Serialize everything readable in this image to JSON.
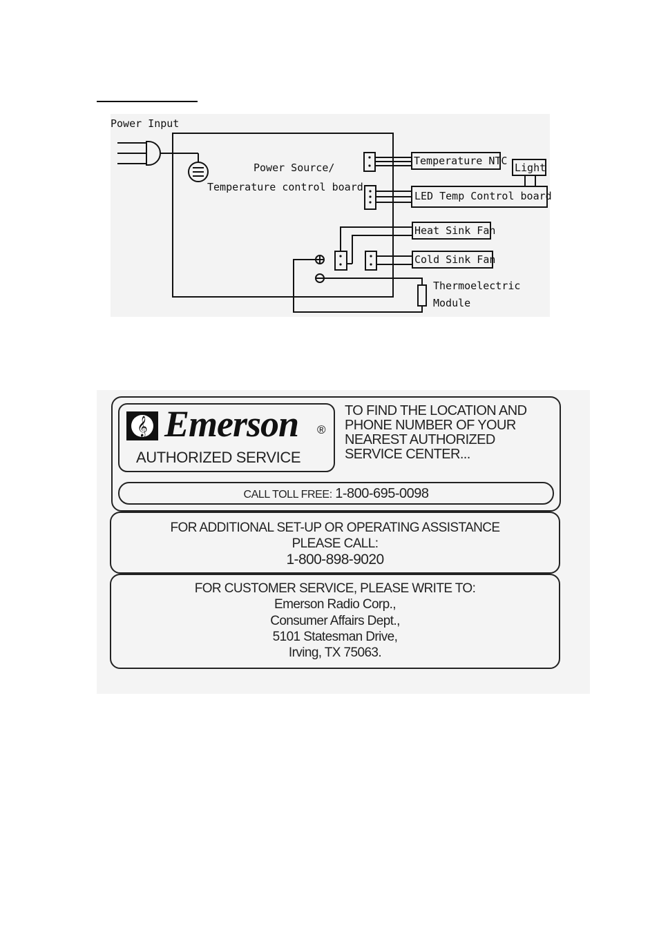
{
  "diagram": {
    "power_input": "Power Input",
    "board_line1": "Power Source/",
    "board_line2": "Temperature control board",
    "temperature_ntc": "Temperature NTC",
    "light": "Light",
    "led_board": "LED Temp Control board",
    "heat_sink_fan": "Heat Sink Fan",
    "cold_sink_fan": "Cold Sink Fan",
    "thermo_line1": "Thermoelectric",
    "thermo_line2": "Module"
  },
  "service_card": {
    "brand": "Emerson",
    "registered_mark": "®",
    "authorized_service": "AUTHORIZED SERVICE",
    "find_line1": "TO FIND THE LOCATION AND",
    "find_line2": "PHONE NUMBER OF YOUR",
    "find_line3": "NEAREST AUTHORIZED",
    "find_line4": "SERVICE CENTER...",
    "toll_free_label": "CALL TOLL FREE:",
    "toll_free_number": "1-800-695-0098",
    "assist_line1": "FOR ADDITIONAL SET-UP OR OPERATING ASSISTANCE",
    "assist_line2": "PLEASE CALL:",
    "assist_number": "1-800-898-9020",
    "write_heading": "FOR CUSTOMER SERVICE, PLEASE WRITE TO:",
    "address_line1": "Emerson Radio Corp.,",
    "address_line2": "Consumer Affairs Dept.,",
    "address_line3": "5101 Statesman Drive,",
    "address_line4": "Irving, TX 75063."
  }
}
